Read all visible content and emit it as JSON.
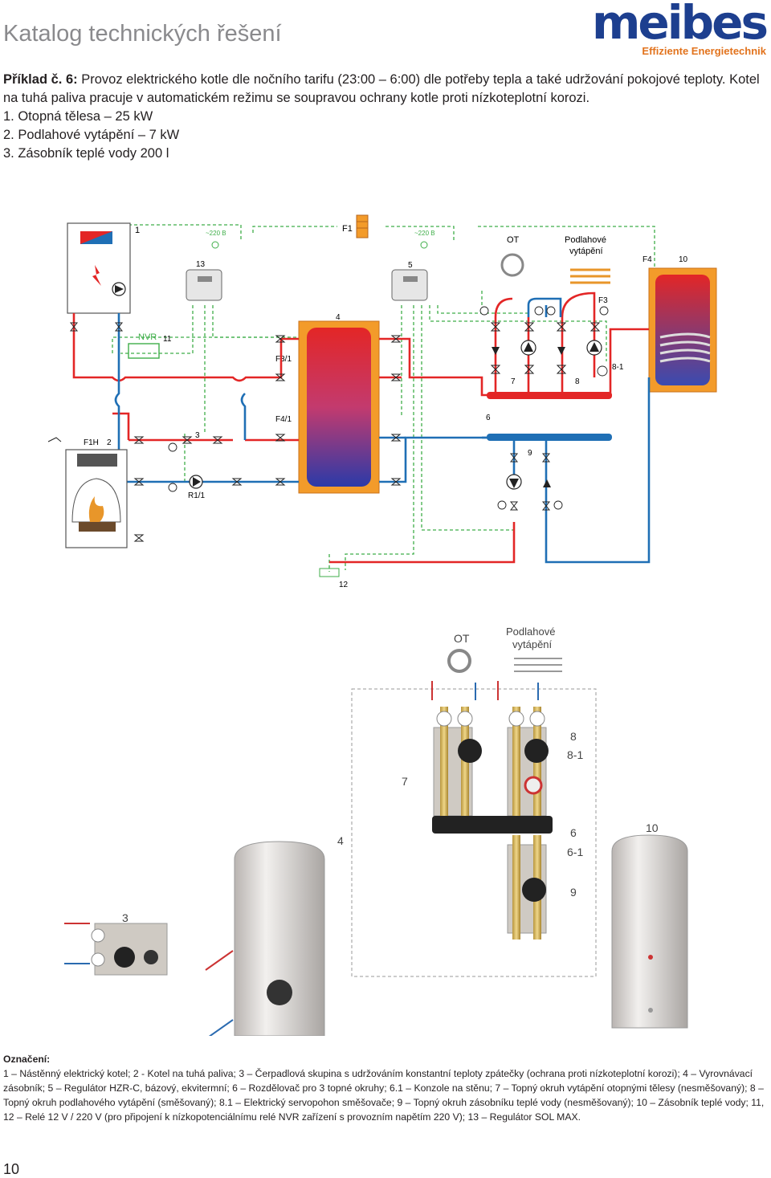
{
  "header": {
    "title": "Katalog technických řešení",
    "logo_text": "meibes",
    "logo_tagline": "Effiziente Energietechnik"
  },
  "intro": {
    "example_label": "Příklad č. 6:",
    "description": " Provoz elektrického kotle dle nočního tarifu (23:00 – 6:00) dle potřeby tepla a také udržování pokojové teploty. Kotel na tuhá paliva pracuje v automatickém režimu se soupravou ochrany kotle proti nízkoteplotní korozi.",
    "items": [
      "1. Otopná tělesa – 25 kW",
      "2. Podlahové vytápění – 7 kW",
      "3. Zásobník teplé vody 200 l"
    ]
  },
  "schematic": {
    "labels": {
      "n1": "1",
      "n13": "13",
      "n5": "5",
      "n4": "4",
      "n10": "10",
      "n11": "11",
      "n6": "6",
      "n7": "7",
      "n8": "8",
      "n9": "9",
      "n2": "2",
      "n3": "3",
      "n12": "12",
      "n8_1": "8-1",
      "f1": "F1",
      "f4": "F4",
      "f3": "F3",
      "f3_1": "F3/1",
      "f4_1": "F4/1",
      "f1h": "F1H",
      "r1_1": "R1/1",
      "nvr": "NVR",
      "ot": "OT",
      "floor_heating_line1": "Podlahové",
      "floor_heating_line2": "vytápění",
      "v220_a": "~220 В",
      "v220_b": "~220 В"
    }
  },
  "photo": {
    "labels": {
      "ot": "OT",
      "floor_line1": "Podlahové",
      "floor_line2": "vytápění",
      "n8": "8",
      "n8_1": "8-1",
      "n7": "7",
      "n6": "6",
      "n6_1": "6-1",
      "n9": "9",
      "n10": "10",
      "n4": "4",
      "n3": "3"
    }
  },
  "legend": {
    "heading": "Označení:",
    "text": "1 – Nástěnný elektrický kotel; 2 - Kotel na tuhá paliva; 3 – Čerpadlová skupina s udržováním konstantní teploty zpátečky (ochrana proti nízkoteplotní korozi); 4 – Vyrovnávací zásobník; 5 – Regulátor HZR-C, bázový, ekvitermní; 6 – Rozdělovač pro 3 topné okruhy; 6.1 – Konzole na stěnu; 7 – Topný okruh vytápění otopnými tělesy (nesměšovaný); 8 – Topný okruh podlahového vytápění (směšovaný); 8.1 – Elektrický servopohon směšovače; 9 – Topný okruh zásobníku teplé vody (nesměšovaný); 10 – Zásobník teplé vody; 11, 12 – Relé 12 V / 220 V (pro připojení k nízkopotenciálnímu relé NVR zařízení s provozním napětím 220 V); 13 – Regulátor SOL MAX."
  },
  "footer": {
    "page_number": "10"
  },
  "colors": {
    "hot": "#e32626",
    "cold": "#1f6fb5",
    "signal": "#3fae49",
    "logo_blue": "#1d3f8f",
    "logo_orange": "#e2731d",
    "tank_orange": "#f39b2a"
  }
}
